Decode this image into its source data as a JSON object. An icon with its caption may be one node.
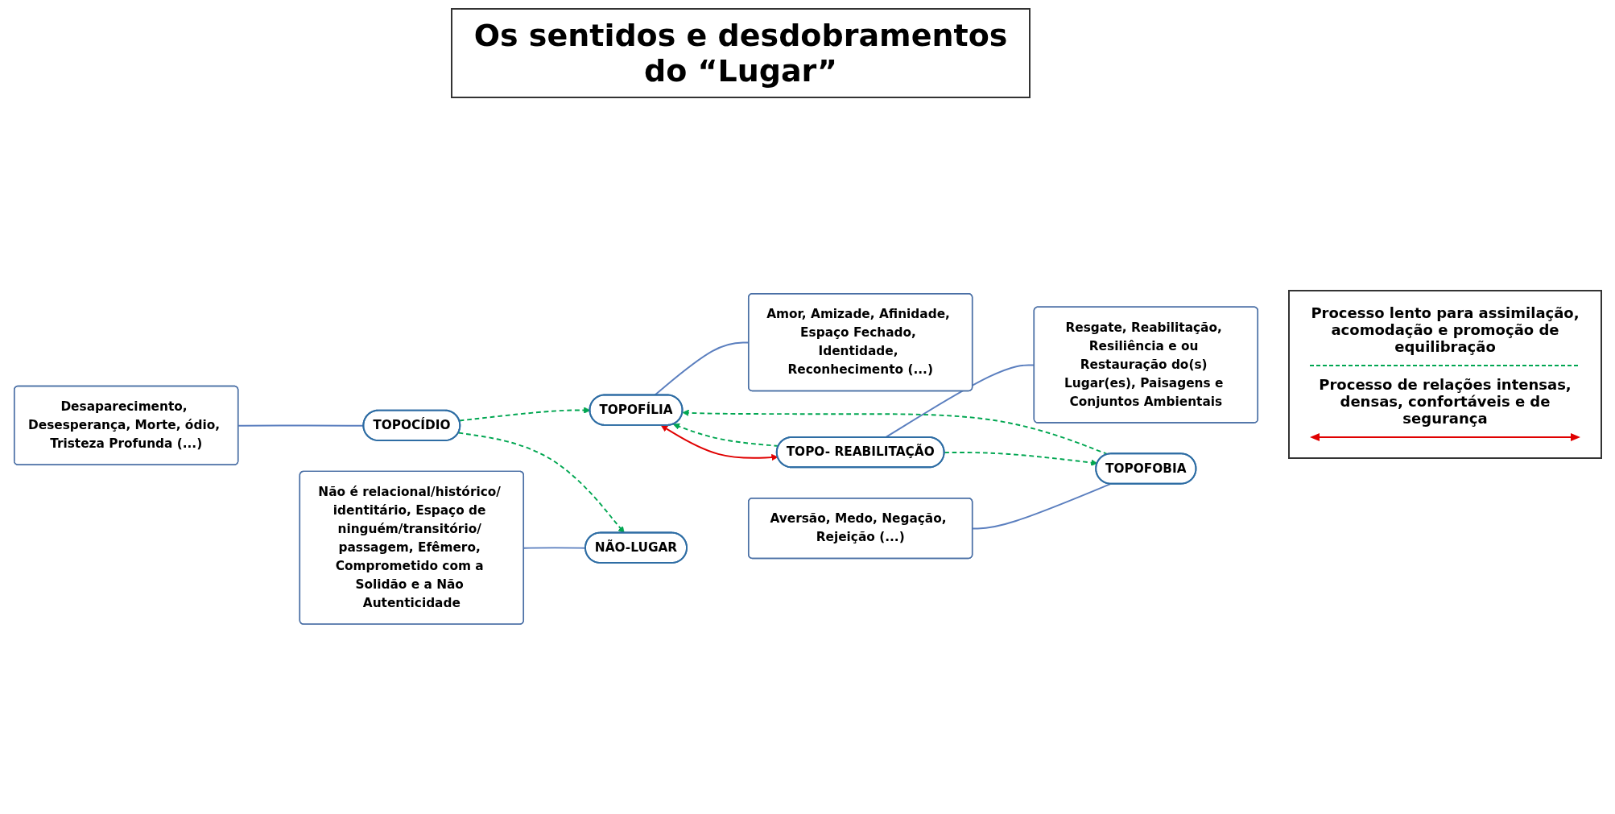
{
  "diagram": {
    "title": "Os sentidos e desdobramentos do “Lugar”",
    "nodes": [
      {
        "text": [
          "TOPOFÍLIA"
        ]
      },
      {
        "text": [
          "Amor, Amizade, Afinidade, Espaço Fechado, Identidade, Reconhecimento (...)"
        ]
      },
      {
        "text": [
          "Aversão, Medo, Negação, Rejeição (...)"
        ]
      },
      {
        "text": [
          "TOPOFOBIA"
        ]
      },
      {
        "text": [
          "Desaparecimento, Desesperança, Morte, ódio, Tristeza Profunda (...)"
        ]
      },
      {
        "text": [
          "TOPOCÍDIO"
        ]
      },
      {
        "text": [
          "Não é relacional/histórico/ identitário, Espaço de ninguém/transitório/ passagem, Efêmero, Comprometido com a Solidão e a Não Autenticidade"
        ]
      },
      {
        "text": [
          "NÃO-LUGAR"
        ]
      },
      {
        "text": [
          "TOPO- REABILITAÇÃO"
        ]
      },
      {
        "text": [
          "Resgate, Reabilitação, Resiliência e ou Restauração do(s) Lugar(es), Paisagens e Conjuntos Ambientais"
        ]
      }
    ],
    "edges": [
      {
        "from": 0,
        "to": 1,
        "arrow": "none"
      },
      {
        "from": 2,
        "to": 3,
        "arrow": "none"
      },
      {
        "from": 4,
        "to": 5,
        "arrow": "none"
      },
      {
        "from": 6,
        "to": 7,
        "arrow": "none"
      },
      {
        "from": 8,
        "to": 9,
        "arrow": "none"
      },
      {
        "from": 3,
        "to": 0,
        "arrow": "to",
        "style": "dashed",
        "color": "#00a651"
      },
      {
        "from": 0,
        "to": 8,
        "arrow": "both",
        "color": "#e00000"
      },
      {
        "from": 5,
        "to": 0,
        "arrow": "to",
        "style": "dashed",
        "color": "#00a651"
      },
      {
        "from": 8,
        "to": 3,
        "arrow": "to",
        "style": "dashed",
        "color": "#00a651"
      },
      {
        "from": 8,
        "to": 0,
        "arrow": "to",
        "style": "dashed",
        "color": "#00a651"
      },
      {
        "from": 5,
        "to": 7,
        "arrow": "to",
        "style": "dashed",
        "color": "#00a651"
      }
    ],
    "legend": [
      {
        "text": "Processo lento para assimilação, acomodação e promoção de equilibração"
      },
      {
        "text": "Processo de relações intensas, densas, confortáveis e de segurança"
      }
    ]
  }
}
